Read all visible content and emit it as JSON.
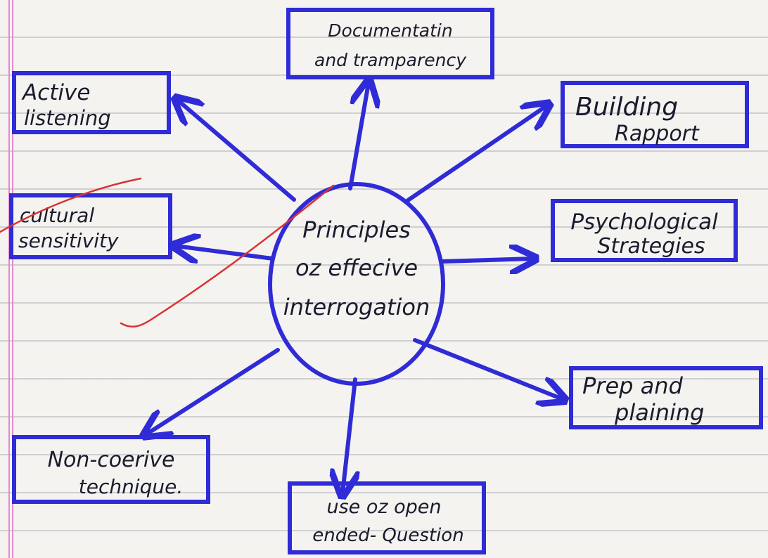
{
  "diagram": {
    "center": {
      "lines": [
        "Principles",
        "oz effecive",
        "interrogation"
      ]
    },
    "nodes": [
      {
        "id": "documentation",
        "lines": [
          "Documentatin",
          "and tramparency"
        ]
      },
      {
        "id": "active-listening",
        "lines": [
          "Active",
          "listening"
        ]
      },
      {
        "id": "building-rapport",
        "lines": [
          "Building",
          "Rapport"
        ]
      },
      {
        "id": "cultural-sensitivity",
        "lines": [
          "cultural",
          "sensitivity"
        ]
      },
      {
        "id": "psychological-strategies",
        "lines": [
          "Psychological",
          "Strategies"
        ]
      },
      {
        "id": "prep-and-planning",
        "lines": [
          "Prep and",
          "plaining"
        ]
      },
      {
        "id": "non-coercive",
        "lines": [
          "Non-coerive",
          "technique."
        ]
      },
      {
        "id": "open-ended",
        "lines": [
          "use oz open",
          "ended- Question"
        ]
      }
    ],
    "colors": {
      "ink": "#2f2bd6",
      "text": "#1b1b2e",
      "correction": "#d93333",
      "margin": "#e58ad0"
    }
  }
}
